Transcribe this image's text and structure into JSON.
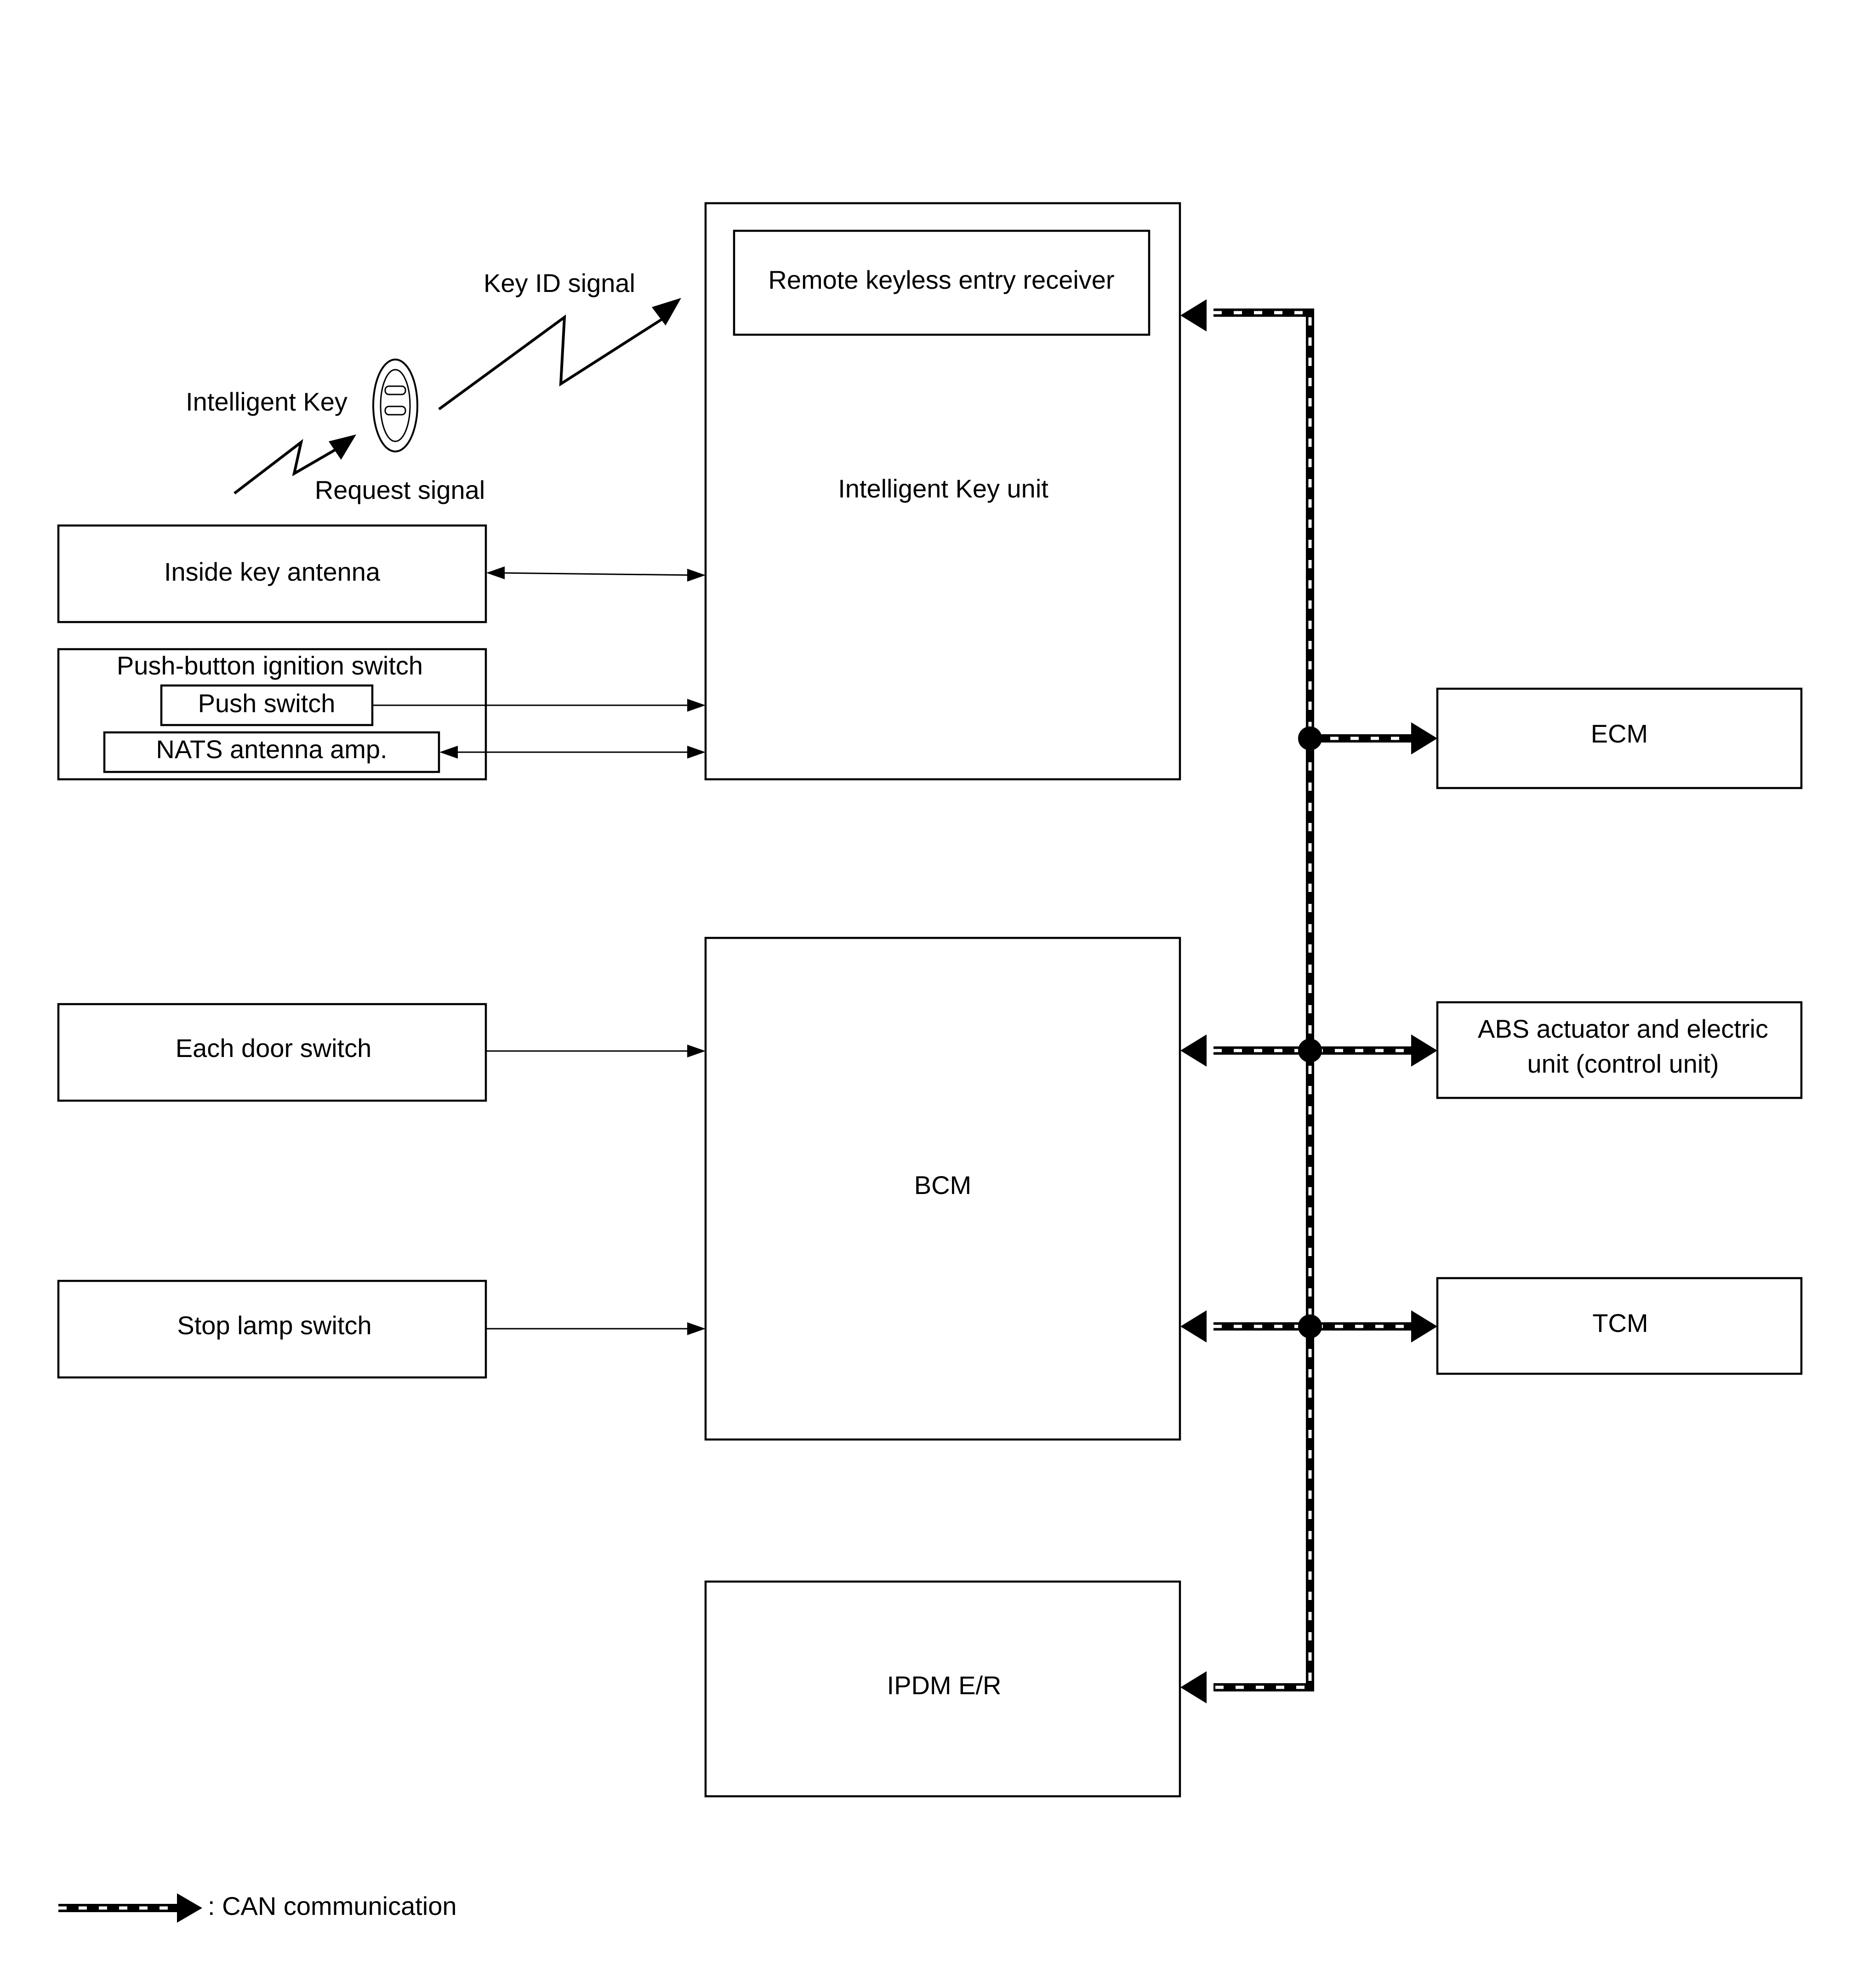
{
  "diagram": {
    "keyless_receiver": "Remote keyless entry receiver",
    "intelligent_key_unit": "Intelligent Key unit",
    "key_id_signal": "Key ID signal",
    "intelligent_key": "Intelligent Key",
    "request_signal": "Request signal",
    "inside_key_antenna": "Inside key antenna",
    "push_button_ignition_switch": "Push-button ignition switch",
    "push_switch": "Push switch",
    "nats_antenna_amp": "NATS antenna amp.",
    "ecm": "ECM",
    "abs_line1": "ABS actuator and electric",
    "abs_line2": "unit (control unit)",
    "each_door_switch": "Each door switch",
    "bcm": "BCM",
    "stop_lamp_switch": "Stop lamp switch",
    "tcm": "TCM",
    "ipdm": "IPDM E/R"
  },
  "legend": {
    "can_label": ": CAN communication"
  }
}
